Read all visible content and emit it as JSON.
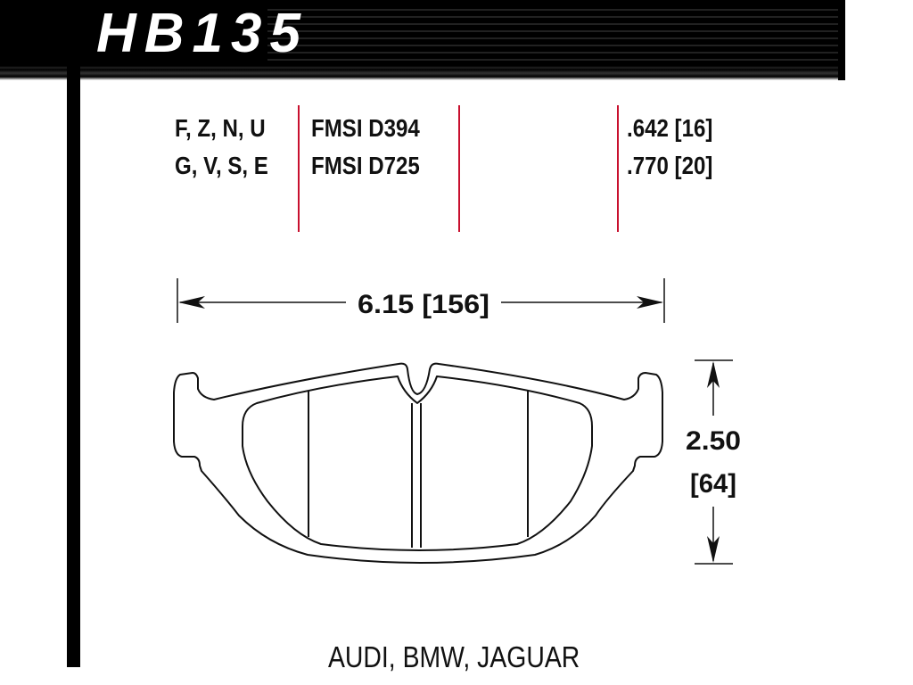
{
  "header": {
    "part_number": "HB135"
  },
  "specs": {
    "compounds_row1": "F, Z, N, U",
    "compounds_row2": "G, V, S, E",
    "fmsi_row1": "FMSI D394",
    "fmsi_row2": "FMSI D725",
    "thickness_row1": ".642 [16]",
    "thickness_row2": ".770 [20]"
  },
  "dimensions": {
    "width_label": "6.15 [156]",
    "height_label_in": "2.50",
    "height_label_mm": "[64]"
  },
  "footer": {
    "applications": "AUDI, BMW, JAGUAR"
  },
  "colors": {
    "accent_line": "#c8102e",
    "ink": "#111111"
  }
}
